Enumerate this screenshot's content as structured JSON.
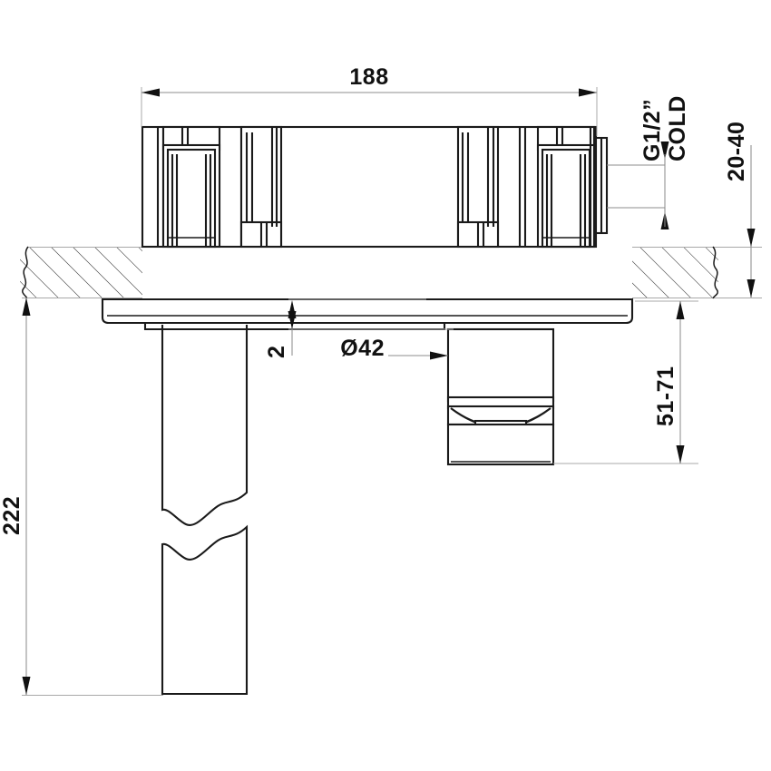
{
  "drawing": {
    "title": "Wall-mounted basin mixer installation drawing",
    "view": "side section",
    "units": "mm",
    "background_color": "#ffffff",
    "line_color": "#1a1a1a",
    "dimension_color": "#8d8d8d"
  },
  "dimensions": {
    "overall_width": {
      "label": "188",
      "orientation": "horizontal",
      "position": "top"
    },
    "spout_diameter": {
      "label": "Ø42",
      "symbol": "diameter-symbol",
      "orientation": "leader",
      "position": "center"
    },
    "flange_thickness": {
      "label": "2",
      "orientation": "vertical",
      "position": "center-left"
    },
    "overall_height": {
      "label": "222",
      "orientation": "vertical",
      "position": "left"
    },
    "spout_height": {
      "label": "51-71",
      "orientation": "vertical",
      "position": "right"
    },
    "wall_recess_depth": {
      "label": "20-40",
      "orientation": "vertical",
      "position": "far-right"
    }
  },
  "annotations": {
    "supply_connection": {
      "label_line_1": "G1/2”",
      "label_line_2": "COLD",
      "combined": "G1/2” COLD",
      "orientation": "vertical-rotated",
      "leader_count": 2
    }
  },
  "components": {
    "valve_body": "concealed-valve-body",
    "wall": "wall-section-hatched",
    "cover_flange": "cover-plate-flange",
    "spout": "water-outlet-spout",
    "aerator": "spout-aerator",
    "lever_handle": "lever-handle-arm"
  }
}
